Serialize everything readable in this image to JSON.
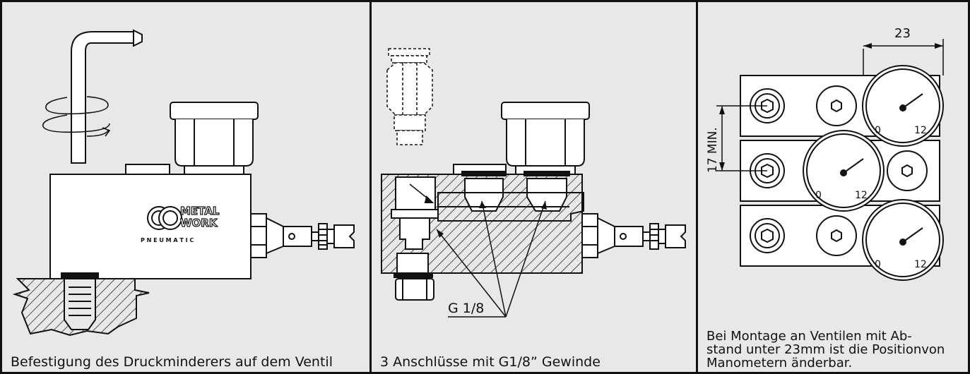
{
  "panels": [
    {
      "caption": "Befestigung des Druckminderers auf dem Ventil",
      "logo_line1": "METAL",
      "logo_line2": "WORK",
      "logo_sub": "P N E U M A T I C"
    },
    {
      "caption": "3 Anschlüsse mit G1/8” Gewinde",
      "thread_label": "G 1/8"
    },
    {
      "caption": "Bei Montage an Ventilen mit Ab-\nstand unter 23mm ist die Positionvon\nManometern änderbar.",
      "dim_width": "23",
      "dim_spacing": "17 MIN.",
      "gauge_min": "0",
      "gauge_max": "12"
    }
  ],
  "colors": {
    "background": "#e8e8e8",
    "line": "#111111",
    "face": "#ffffff"
  }
}
